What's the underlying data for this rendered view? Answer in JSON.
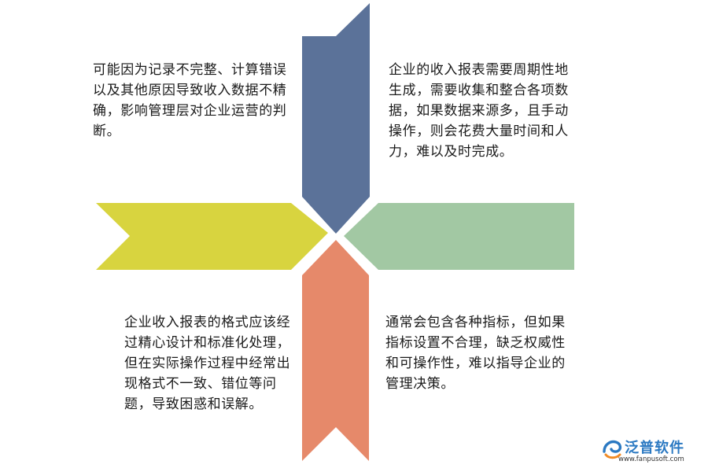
{
  "diagram": {
    "arrows": {
      "top": {
        "color": "#5b7299"
      },
      "left": {
        "color": "#d8d43f"
      },
      "right": {
        "color": "#a2c8a3"
      },
      "bottom": {
        "color": "#e6896a"
      }
    },
    "texts": {
      "top_left": "可能因为记录不完整、计算错误以及其他原因导致收入数据不精确，影响管理层对企业运营的判断。",
      "top_right": "企业的收入报表需要周期性地生成，需要收集和整合各项数据，如果数据来源多，且手动操作，则会花费大量时间和人力，难以及时完成。",
      "bottom_left": "企业收入报表的格式应该经过精心设计和标准化处理，但在实际操作过程中经常出现格式不一致、错位等问题，导致困惑和误解。",
      "bottom_right": "通常会包含各种指标，但如果指标设置不合理，缺乏权威性和可操作性，难以指导企业的管理决策。"
    }
  },
  "logo": {
    "name": "泛普软件",
    "url": "www.fanpusoft.com",
    "colors": {
      "blue": "#2b79c2",
      "orange": "#f08a24"
    }
  }
}
